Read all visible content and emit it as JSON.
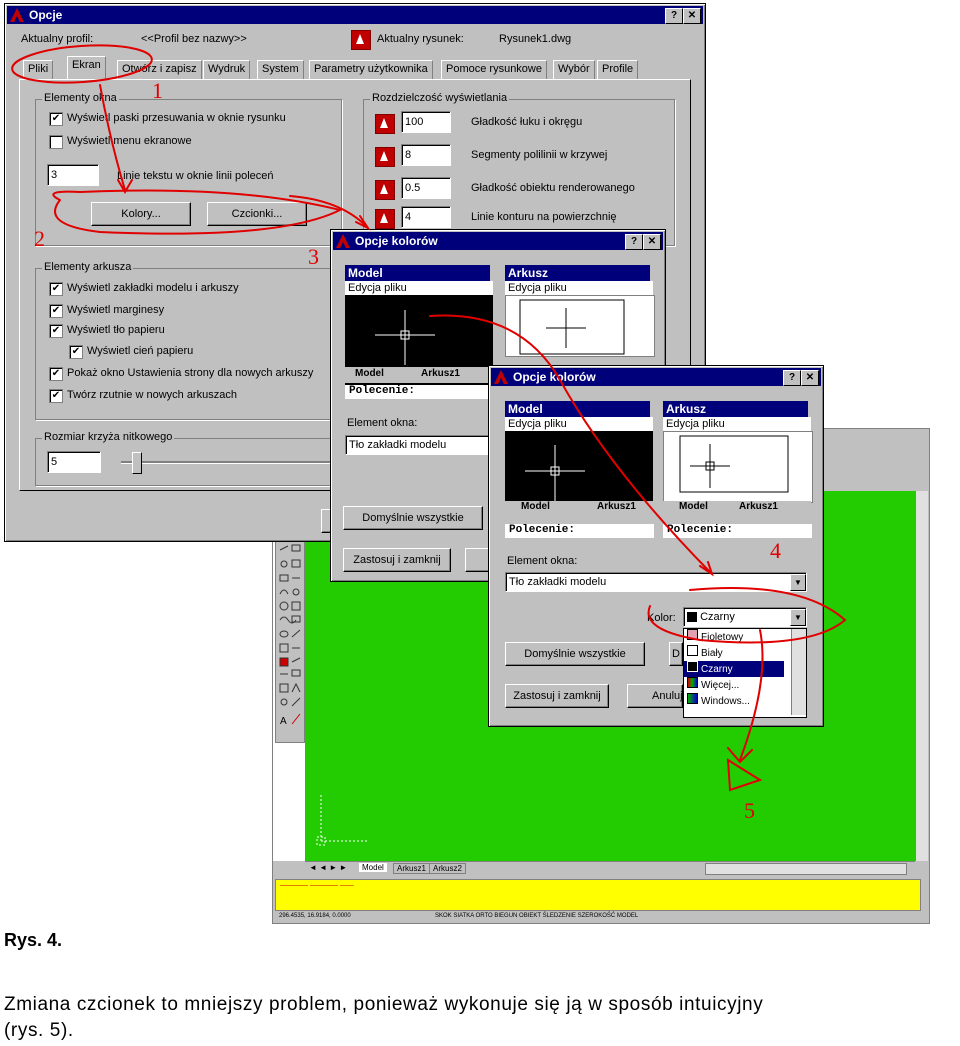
{
  "main_dialog": {
    "title": "Opcje",
    "current_profile_label": "Aktualny profil:",
    "current_profile_value": "<<Profil bez nazwy>>",
    "current_drawing_label": "Aktualny rysunek:",
    "current_drawing_value": "Rysunek1.dwg",
    "tabs": [
      "Pliki",
      "Ekran",
      "Otwórz i zapisz",
      "Wydruk",
      "System",
      "Parametry użytkownika",
      "Pomoce rysunkowe",
      "Wybór",
      "Profile"
    ],
    "window_elements": {
      "legend": "Elementy okna",
      "scrollbars": "Wyświetl paski przesuwania w oknie rysunku",
      "screen_menu": "Wyświetl menu ekranowe",
      "text_lines_value": "3",
      "text_lines_label": "Linie tekstu w oknie linii poleceń",
      "colors_button": "Kolory...",
      "fonts_button": "Czcionki..."
    },
    "resolution": {
      "legend": "Rozdzielczość wyświetlania",
      "rows": [
        {
          "value": "100",
          "label": "Gładkość łuku i okręgu"
        },
        {
          "value": "8",
          "label": "Segmenty polilinii w krzywej"
        },
        {
          "value": "0.5",
          "label": "Gładkość obiektu renderowanego"
        },
        {
          "value": "4",
          "label": "Linie konturu na powierzchnię"
        }
      ]
    },
    "layout_elements": {
      "legend": "Elementy arkusza",
      "items": [
        "Wyświetl zakładki modelu i arkuszy",
        "Wyświetl marginesy",
        "Wyświetl tło papieru",
        "Wyświetl cień papieru",
        "Pokaż okno Ustawienia strony dla nowych arkuszy",
        "Twórz rzutnie w nowych arkuszach"
      ]
    },
    "crosshair": {
      "legend": "Rozmiar krzyża nitkowego",
      "value": "5",
      "slider_fraction": 0.05
    }
  },
  "color_dialog_1": {
    "title": "Opcje kolorów",
    "model_header": "Model",
    "model_sub": "Edycja pliku",
    "sheet_header": "Arkusz",
    "sheet_sub": "Edycja pliku",
    "tab_model": "Model",
    "tab_sheet": "Arkusz1",
    "command_line": "Polecenie:",
    "element_label": "Element okna:",
    "element_value": "Tło zakładki modelu",
    "defaults_button": "Domyślnie wszystkie",
    "apply_button": "Zastosuj i zamknij"
  },
  "color_dialog_2": {
    "title": "Opcje kolorów",
    "model_header": "Model",
    "model_sub": "Edycja pliku",
    "sheet_header": "Arkusz",
    "sheet_sub": "Edycja pliku",
    "tab_model": "Model",
    "tab_sheet": "Arkusz1",
    "tab_model_2": "Model",
    "tab_sheet_2": "Arkusz1",
    "command_line": "Polecenie:",
    "command_line_2": "Polecenie:",
    "element_label": "Element okna:",
    "element_value": "Tło zakładki modelu",
    "color_label": "Kolor:",
    "color_value": "Czarny",
    "color_options": [
      "Fioletowy",
      "Biały",
      "Czarny",
      "Więcej...",
      "Windows..."
    ],
    "defaults_button": "Domyślnie wszystkie",
    "apply_button": "Zastosuj i zamknij",
    "cancel_button": "Anuluj",
    "help_button": "D"
  },
  "annotations": [
    "1",
    "2",
    "3",
    "4",
    "5"
  ],
  "acad": {
    "layout_tabs": [
      "Model",
      "Arkusz1",
      "Arkusz2"
    ],
    "status_coords": "296.4535, 16.9184, 0.0000",
    "status_buttons": "SKOK SIATKA ORTO BIEGUN OBIEKT ŚLEDZENIE SZEROKOŚĆ MODEL"
  },
  "caption": {
    "figure": "Rys. 4.",
    "text_line1": "Zmiana czcionek to mniejszy problem, ponieważ wykonuje się ją w sposób intuicyjny",
    "text_line2": "(rys. 5)."
  },
  "colors": {
    "title_bar": "#00007b",
    "dialog": "#c0c0c0",
    "canvas": "#22cc00",
    "annotation": "#e00000",
    "cmdline": "#ffff00"
  }
}
